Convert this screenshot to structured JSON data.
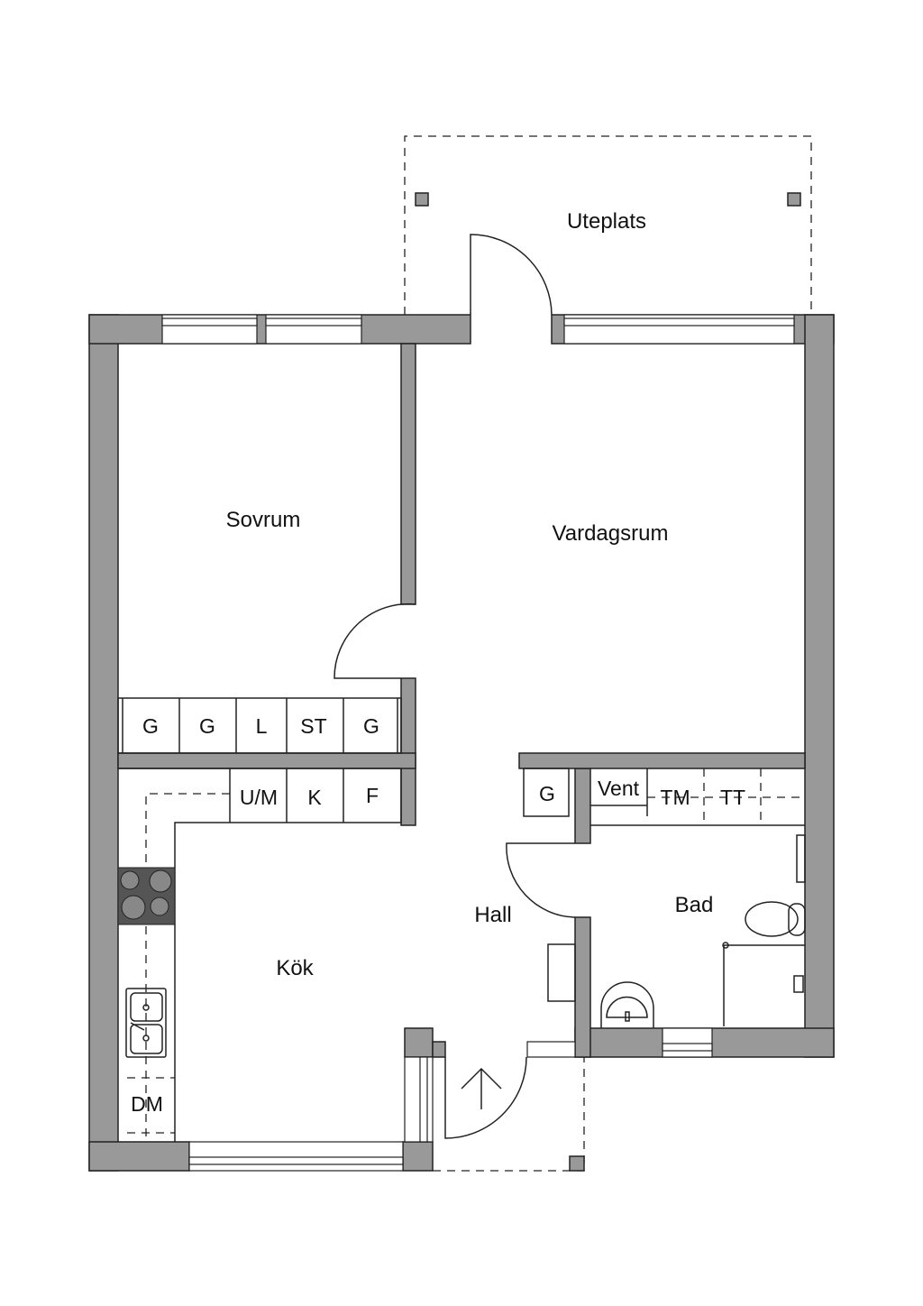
{
  "rooms": {
    "uteplats": "Uteplats",
    "sovrum": "Sovrum",
    "vardagsrum": "Vardagsrum",
    "kok": "Kök",
    "hall": "Hall",
    "bad": "Bad"
  },
  "storage_labels": {
    "row1": [
      "G",
      "G",
      "L",
      "ST",
      "G"
    ],
    "row2": [
      "U/M",
      "K",
      "F"
    ],
    "hall_g": "G",
    "vent": "Vent",
    "tm": "TM",
    "tt": "TT",
    "dm": "DM"
  }
}
